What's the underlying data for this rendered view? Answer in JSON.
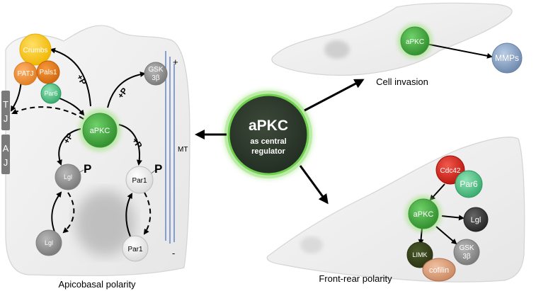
{
  "center": {
    "title": "aPKC",
    "line1": "as central",
    "line2": "regulator"
  },
  "apicobasal": {
    "caption": "Apicobasal polarity",
    "crumbs": "Crumbs",
    "patj": "PATJ",
    "pals1": "Pals1",
    "par6": "Par6",
    "apkc": "aPKC",
    "gsk": [
      "GSK",
      "3β"
    ],
    "lgl_top": "Lgl",
    "lgl_bottom": "Lgl",
    "par1_top": "Par1",
    "par1_bottom": "Par1",
    "p_left": "P",
    "p_right": "P",
    "plus_p_crumbs": "+P",
    "plus_p_gsk": "+P",
    "plus_p_lgl": "+P",
    "plus_p_par1": "+P",
    "tj": [
      "T",
      "J"
    ],
    "aj": [
      "A",
      "J"
    ],
    "mt": "MT",
    "mt_plus": "+",
    "mt_minus": "-"
  },
  "invasion": {
    "caption": "Cell invasion",
    "apkc": "aPKC",
    "mmps": "MMPs"
  },
  "frontrear": {
    "caption": "Front-rear polarity",
    "cdc42": "Cdc42",
    "par6": "Par6",
    "apkc": "aPKC",
    "lgl": "Lgl",
    "limk": "LIMK",
    "cofilin": "cofilin",
    "gsk": [
      "GSK",
      "3β"
    ]
  }
}
